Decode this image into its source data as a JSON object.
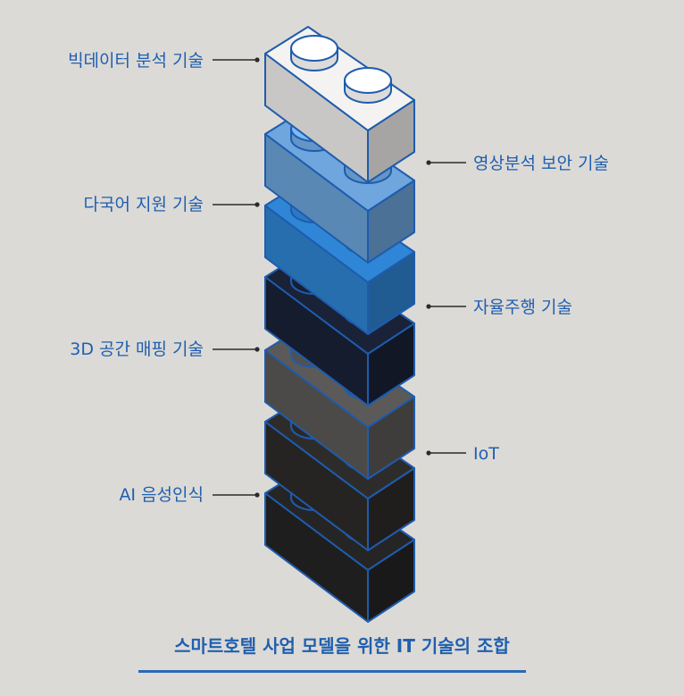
{
  "labels": {
    "left": [
      "빅데이터 분석 기술",
      "다국어 지원 기술",
      "3D 공간 매핑 기술",
      "AI 음성인식"
    ],
    "right": [
      "영상분석 보안 기술",
      "자율주행 기술",
      "IoT"
    ]
  },
  "caption": "스마트호텔 사업 모델을 위한 IT 기술의 조합",
  "colors": {
    "accent": "#1f5fb0",
    "brick_white": "#f4f3f1",
    "brick_light_blue": "#6ea6dd",
    "brick_blue": "#2f86d6",
    "brick_navy": "#1a2238",
    "brick_gray": "#5c5a58",
    "brick_dark1": "#2e2c2b",
    "brick_dark2": "#262525"
  }
}
